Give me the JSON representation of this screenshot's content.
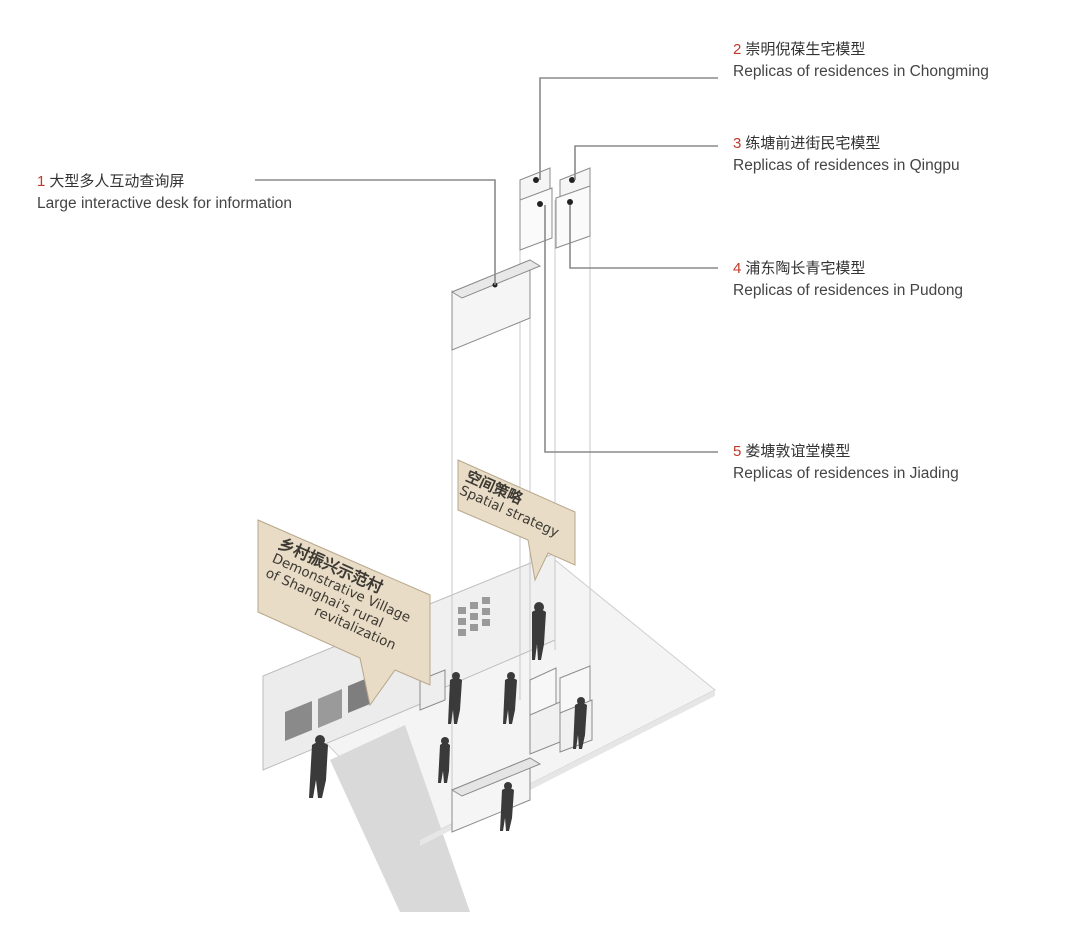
{
  "callouts": [
    {
      "num": "1",
      "zh": "大型多人互动查询屏",
      "en": "Large interactive desk for information"
    },
    {
      "num": "2",
      "zh": "崇明倪葆生宅模型",
      "en": "Replicas of residences in Chongming"
    },
    {
      "num": "3",
      "zh": "练塘前进街民宅模型",
      "en": "Replicas of residences in Qingpu"
    },
    {
      "num": "4",
      "zh": "浦东陶长青宅模型",
      "en": "Replicas of residences in Pudong"
    },
    {
      "num": "5",
      "zh": "娄塘敦谊堂模型",
      "en": "Replicas of residences in Jiading"
    }
  ],
  "signs": {
    "village": {
      "zh": "乡村振兴示范村",
      "en_line1": "Demonstrative Village",
      "en_line2": "of Shanghai's rural",
      "en_line3": "revitalization"
    },
    "spatial": {
      "zh": "空间策略",
      "en": "Spatial strategy"
    }
  },
  "colors": {
    "number_accent": "#c0392b",
    "sign_fill": "#e9dcc6",
    "leader_line": "#8a8a8a"
  }
}
